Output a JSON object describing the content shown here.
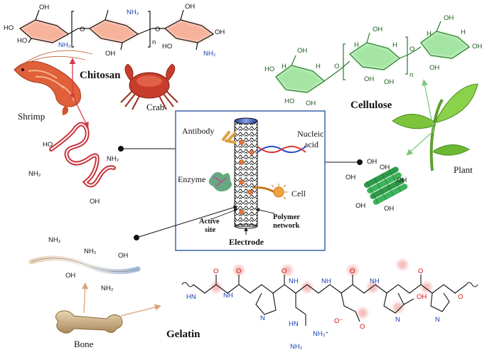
{
  "labels": {
    "chitosan": "Chitosan",
    "cellulose": "Cellulose",
    "gelatin": "Gelatin",
    "shrimp": "Shrimp",
    "crab": "Crab",
    "plant": "Plant",
    "bone": "Bone"
  },
  "electrode_panel": {
    "antibody": "Antibody",
    "nucleic_acid_line1": "Nucleic",
    "nucleic_acid_line2": "acid",
    "enzyme": "Enzyme",
    "cell": "Cell",
    "active_site_line1": "Active",
    "active_site_line2": "site",
    "polymer_network_line1": "Polymer",
    "polymer_network_line2": "network",
    "electrode": "Electrode"
  },
  "chem_text": {
    "oh": "OH",
    "o": "O",
    "nh2": "NH₂",
    "nh3plus": "NH₂⁺",
    "nh": "NH",
    "hn": "HN",
    "h": "H",
    "n": "N",
    "n_sub": "n",
    "ho": "HO",
    "o_minus": "O⁻"
  },
  "colors": {
    "chitosan_glow": "#f5a58a",
    "cellulose_glow": "#9be39b",
    "gelatin_glow": "#f08a8a",
    "fiber_red": "#c8323c",
    "panel_border": "#3b64a8",
    "arrow_red": "#d43a4a",
    "arrow_green": "#7cc97c",
    "arrow_tan": "#d9a27a",
    "amine_blue": "#1a3fb0",
    "oxygen_red": "#d01010"
  }
}
